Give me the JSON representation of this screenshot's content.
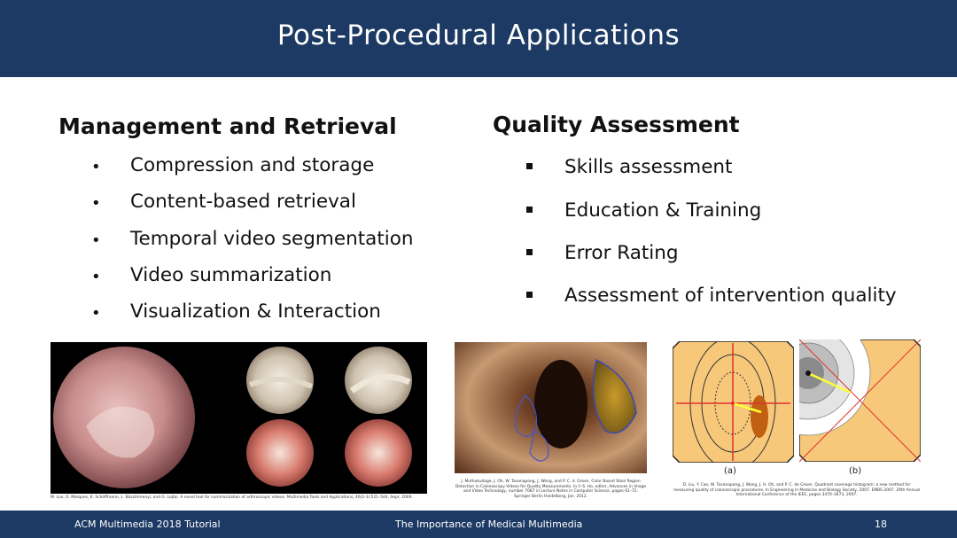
{
  "slide": {
    "title": "Post-Procedural Applications"
  },
  "left_column": {
    "heading": "Management and Retrieval",
    "bullets": [
      "Compression and storage",
      "Content-based retrieval",
      "Temporal video segmentation",
      "Video summarization",
      "Visualization & Interaction"
    ]
  },
  "right_column": {
    "heading": "Quality Assessment",
    "bullets": [
      "Skills assessment",
      "Education & Training",
      "Error Rating",
      "Assessment of intervention quality"
    ]
  },
  "figures": {
    "arthroscopy_caption": "M. Lux, O. Marques, K. Schöffmann, L. Böszörmenyi, and G. Lajtai. A novel tool for summarization of arthroscopic videos. Multimedia Tools and Applications, 46(2-3):521–544, Sept. 2009.",
    "colonoscopy_caption": "J. Muthukudage, J. Oh, W. Tavanapong, J. Wong, and P. C. d. Groen. Color Based Stool Region Detection in Colonoscopy Videos for Quality Measurements. In Y.-S. Ho, editor, Advances in Image and Video Technology, number 7087 in Lecture Notes in Computer Science, pages 61–72. Springer Berlin Heidelberg, Jan. 2012.",
    "quadrant_caption": "D. Liu, Y. Cao, W. Tavanapong, J. Wong, J. H. Oh, and P. C. de Groen. Quadrant coverage histogram: a new method for measuring quality of colonoscopic procedures. In Engineering in Medicine and Biology Society, 2007. EMBS 2007. 29th Annual International Conference of the IEEE, pages 3470–3473, 2007.",
    "label_a": "(a)",
    "label_b": "(b)"
  },
  "footer": {
    "left": "ACM Multimedia 2018 Tutorial",
    "center": "The Importance of Medical Multimedia",
    "page": "18"
  },
  "colors": {
    "header_bg": "#1d3a64",
    "footer_bg": "#1d3a64",
    "diagram_bg": "#f7c87a"
  }
}
